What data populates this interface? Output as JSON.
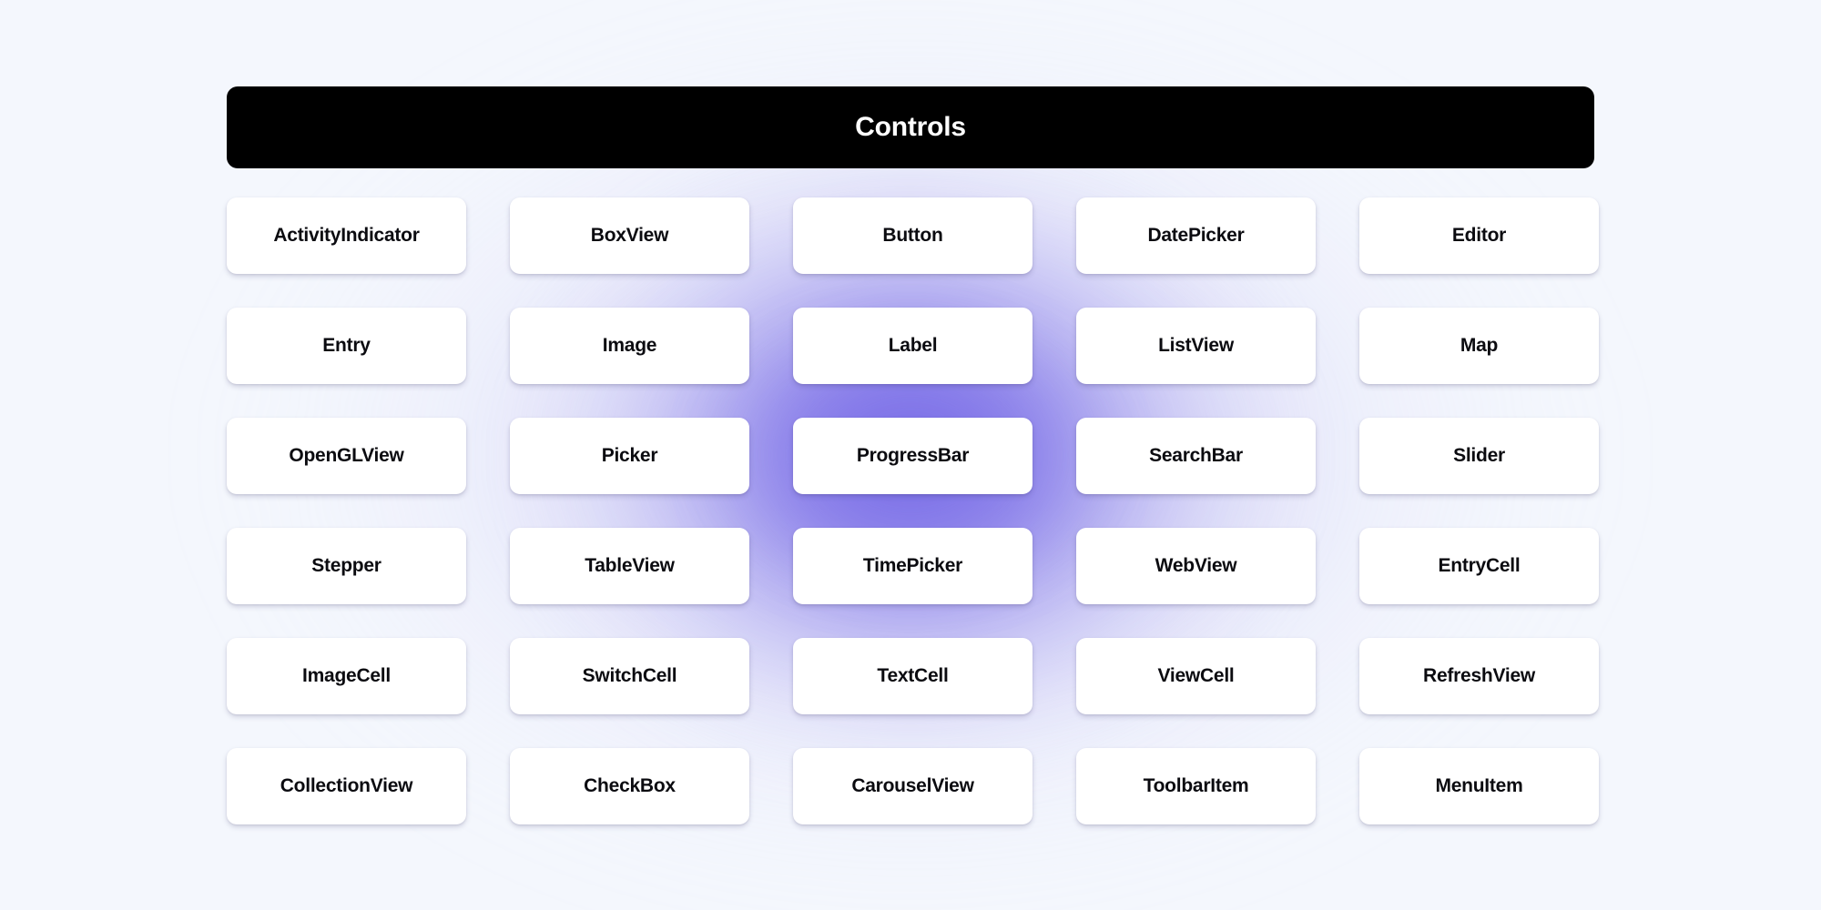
{
  "page": {
    "background_color": "#f4f7fd",
    "glow_color": "#7e72e8",
    "glow_center_label": "ProgressBar"
  },
  "header": {
    "title": "Controls",
    "background_color": "#000000",
    "text_color": "#ffffff"
  },
  "grid": {
    "columns": 5,
    "rows": 6,
    "card_background_color": "#ffffff",
    "card_text_color": "#0b0b10",
    "items": [
      {
        "label": "ActivityIndicator"
      },
      {
        "label": "BoxView"
      },
      {
        "label": "Button"
      },
      {
        "label": "DatePicker"
      },
      {
        "label": "Editor"
      },
      {
        "label": "Entry"
      },
      {
        "label": "Image"
      },
      {
        "label": "Label"
      },
      {
        "label": "ListView"
      },
      {
        "label": "Map"
      },
      {
        "label": "OpenGLView"
      },
      {
        "label": "Picker"
      },
      {
        "label": "ProgressBar"
      },
      {
        "label": "SearchBar"
      },
      {
        "label": "Slider"
      },
      {
        "label": "Stepper"
      },
      {
        "label": "TableView"
      },
      {
        "label": "TimePicker"
      },
      {
        "label": "WebView"
      },
      {
        "label": "EntryCell"
      },
      {
        "label": "ImageCell"
      },
      {
        "label": "SwitchCell"
      },
      {
        "label": "TextCell"
      },
      {
        "label": "ViewCell"
      },
      {
        "label": "RefreshView"
      },
      {
        "label": "CollectionView"
      },
      {
        "label": "CheckBox"
      },
      {
        "label": "CarouselView"
      },
      {
        "label": "ToolbarItem"
      },
      {
        "label": "MenuItem"
      }
    ]
  }
}
